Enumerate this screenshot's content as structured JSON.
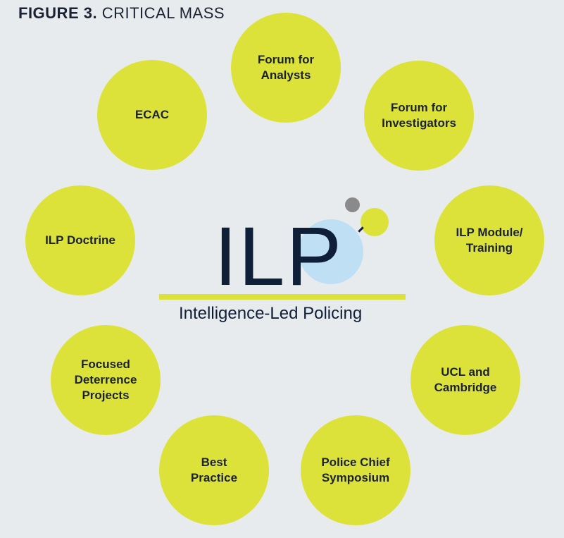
{
  "title": {
    "bold": "FIGURE 3.",
    "rest": " CRITICAL MASS"
  },
  "logo": {
    "acronym": "ILP",
    "subtitle": "Intelligence-Led Policing"
  },
  "nodes": [
    {
      "label": "Forum for\nAnalysts"
    },
    {
      "label": "ECAC"
    },
    {
      "label": "Forum for\nInvestigators"
    },
    {
      "label": "ILP Doctrine"
    },
    {
      "label": "ILP Module/\nTraining"
    },
    {
      "label": "Focused\nDeterrence\nProjects"
    },
    {
      "label": "UCL and\nCambridge"
    },
    {
      "label": "Best\nPractice"
    },
    {
      "label": "Police Chief\nSymposium"
    }
  ],
  "colors": {
    "background": "#e8ebee",
    "node": "#dce23a",
    "text": "#1b2233",
    "logo_blue": "#bfdff5",
    "logo_gray": "#8a8a8a"
  }
}
